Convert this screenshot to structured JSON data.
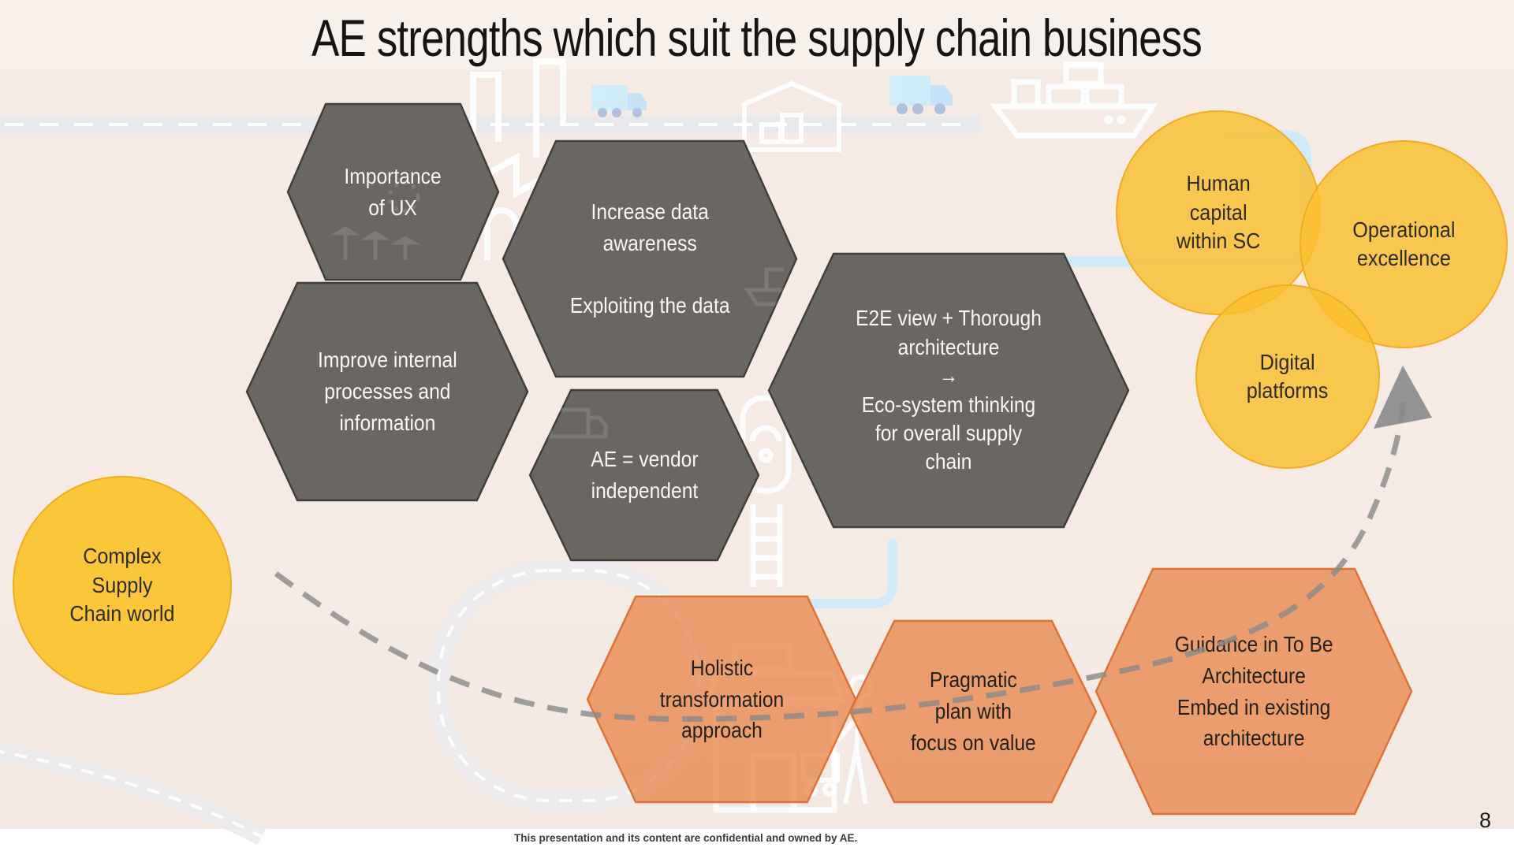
{
  "slide": {
    "title": "AE strengths which suit the supply chain business",
    "footer": "This presentation and its content are confidential and owned by AE.",
    "page_number": "8"
  },
  "hexagons": {
    "importance_ux": {
      "label": "Importance\nof UX"
    },
    "increase_data": {
      "label": "Increase data\nawareness\n\nExploiting the data"
    },
    "improve_internal": {
      "label": "Improve internal\nprocesses and\ninformation"
    },
    "vendor_independent": {
      "label": "AE = vendor\nindependent"
    },
    "e2e": {
      "label": "E2E view + Thorough\narchitecture\n→\nEco-system thinking\nfor overall supply\nchain"
    },
    "holistic": {
      "label": "Holistic\ntransformation\napproach"
    },
    "pragmatic": {
      "label": "Pragmatic\nplan with\nfocus on value"
    },
    "guidance": {
      "label": "Guidance in To Be\nArchitecture\nEmbed in existing\narchitecture"
    }
  },
  "circles": {
    "complex": {
      "label": "Complex\nSupply\nChain world"
    },
    "human_capital": {
      "label": "Human\ncapital\nwithin SC"
    },
    "operational": {
      "label": "Operational\nexcellence"
    },
    "digital": {
      "label": "Digital\nplatforms"
    }
  },
  "colors": {
    "background": "#f5eae4",
    "hexagon_gray": "#6b6663",
    "hexagon_gray_border": "#403d3b",
    "hexagon_orange": "#ec9a62",
    "hexagon_orange_border": "#dd7134",
    "circle_yellow": "#fcc435",
    "circle_yellow_border": "#eeab22",
    "arrow_gray": "#8a8a8a",
    "route_blue": "#cfeaf8",
    "road_gray": "#e9e8ec",
    "text_light": "#f8f7f5",
    "text_dark": "#2d2b28"
  }
}
